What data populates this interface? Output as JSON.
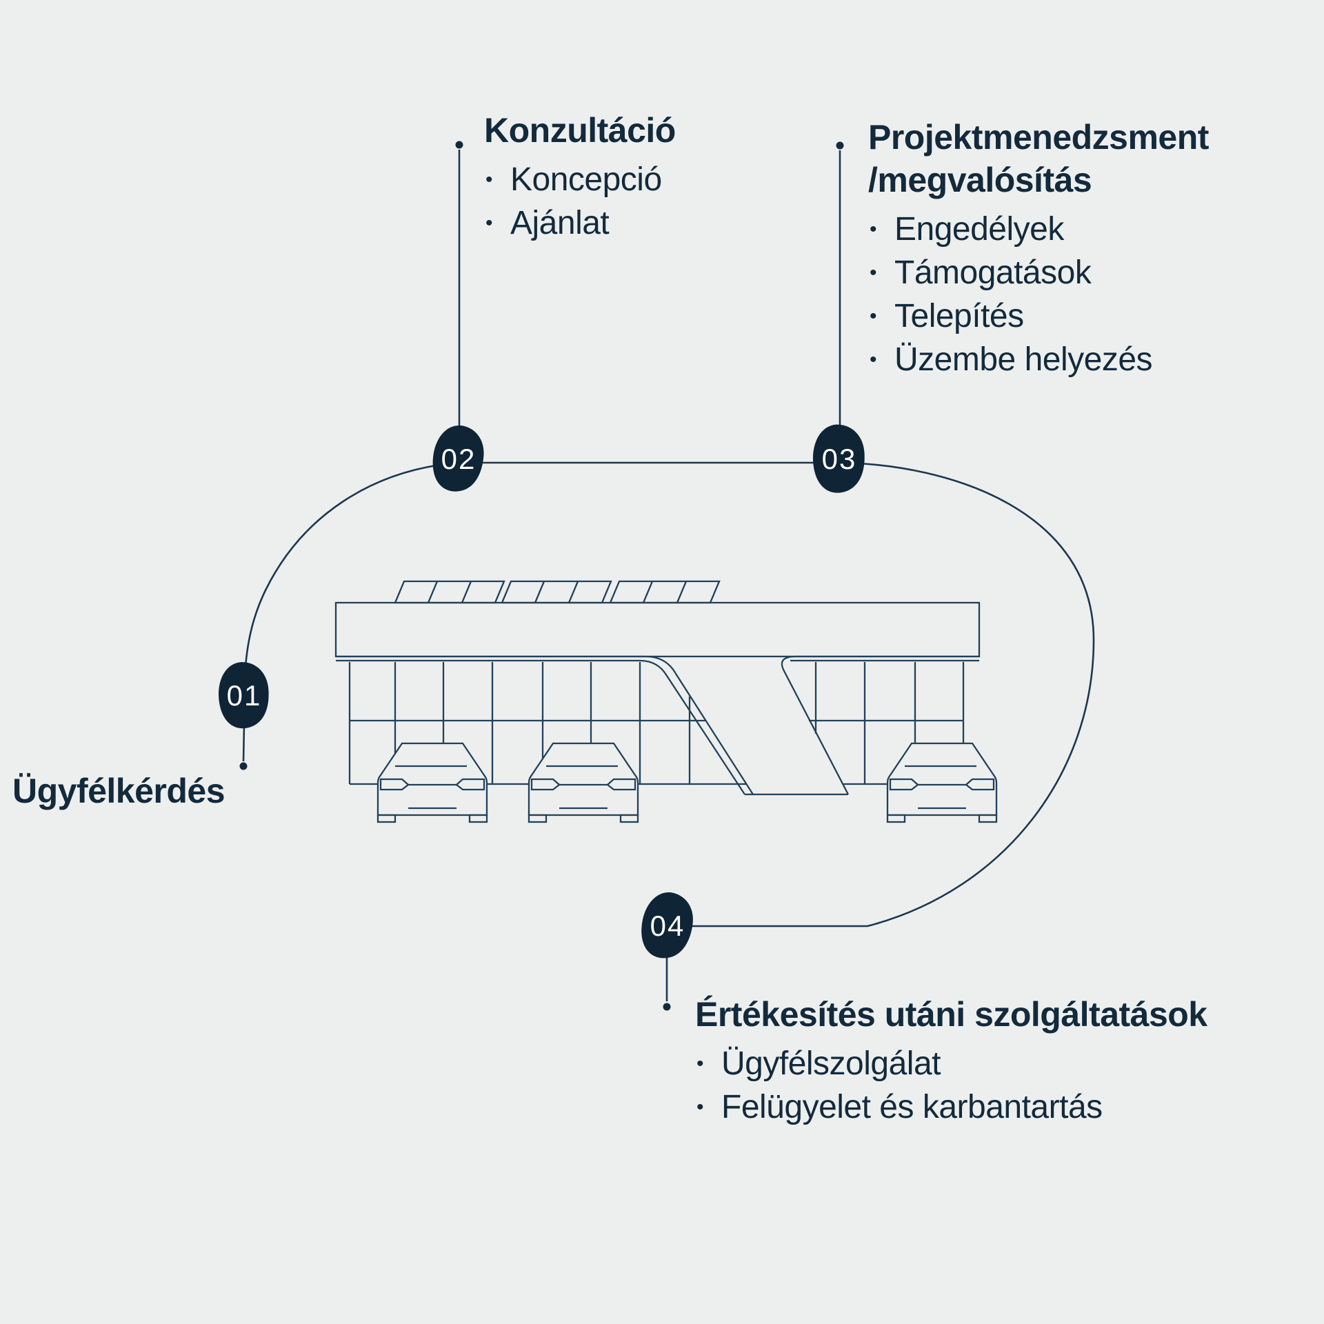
{
  "diagram_title": "EV charging installation process loop",
  "colors": {
    "background": "#edefee",
    "ink": "#132a3c",
    "line": "#22405a",
    "node_fill": "#0f2435",
    "node_text": "#ffffff"
  },
  "steps": [
    {
      "number": "01",
      "title_lines": [
        "Ügyfélkérdés"
      ],
      "bullets": []
    },
    {
      "number": "02",
      "title_lines": [
        "Konzultáció"
      ],
      "bullets": [
        "Koncepció",
        "Ajánlat"
      ]
    },
    {
      "number": "03",
      "title_lines": [
        "Projektmenedzsment",
        "/megvalósítás"
      ],
      "bullets": [
        "Engedélyek",
        "Támogatások",
        "Telepítés",
        "Üzembe helyezés"
      ]
    },
    {
      "number": "04",
      "title_lines": [
        "Értékesítés utáni szolgáltatások"
      ],
      "bullets": [
        "Ügyfélszolgálat",
        "Felügyelet és karbantartás"
      ]
    }
  ],
  "illustration": {
    "name": "solar-carport-ev-charging-station",
    "solar_panel_groups": 3,
    "cells_per_group": 3,
    "cars": 3
  }
}
